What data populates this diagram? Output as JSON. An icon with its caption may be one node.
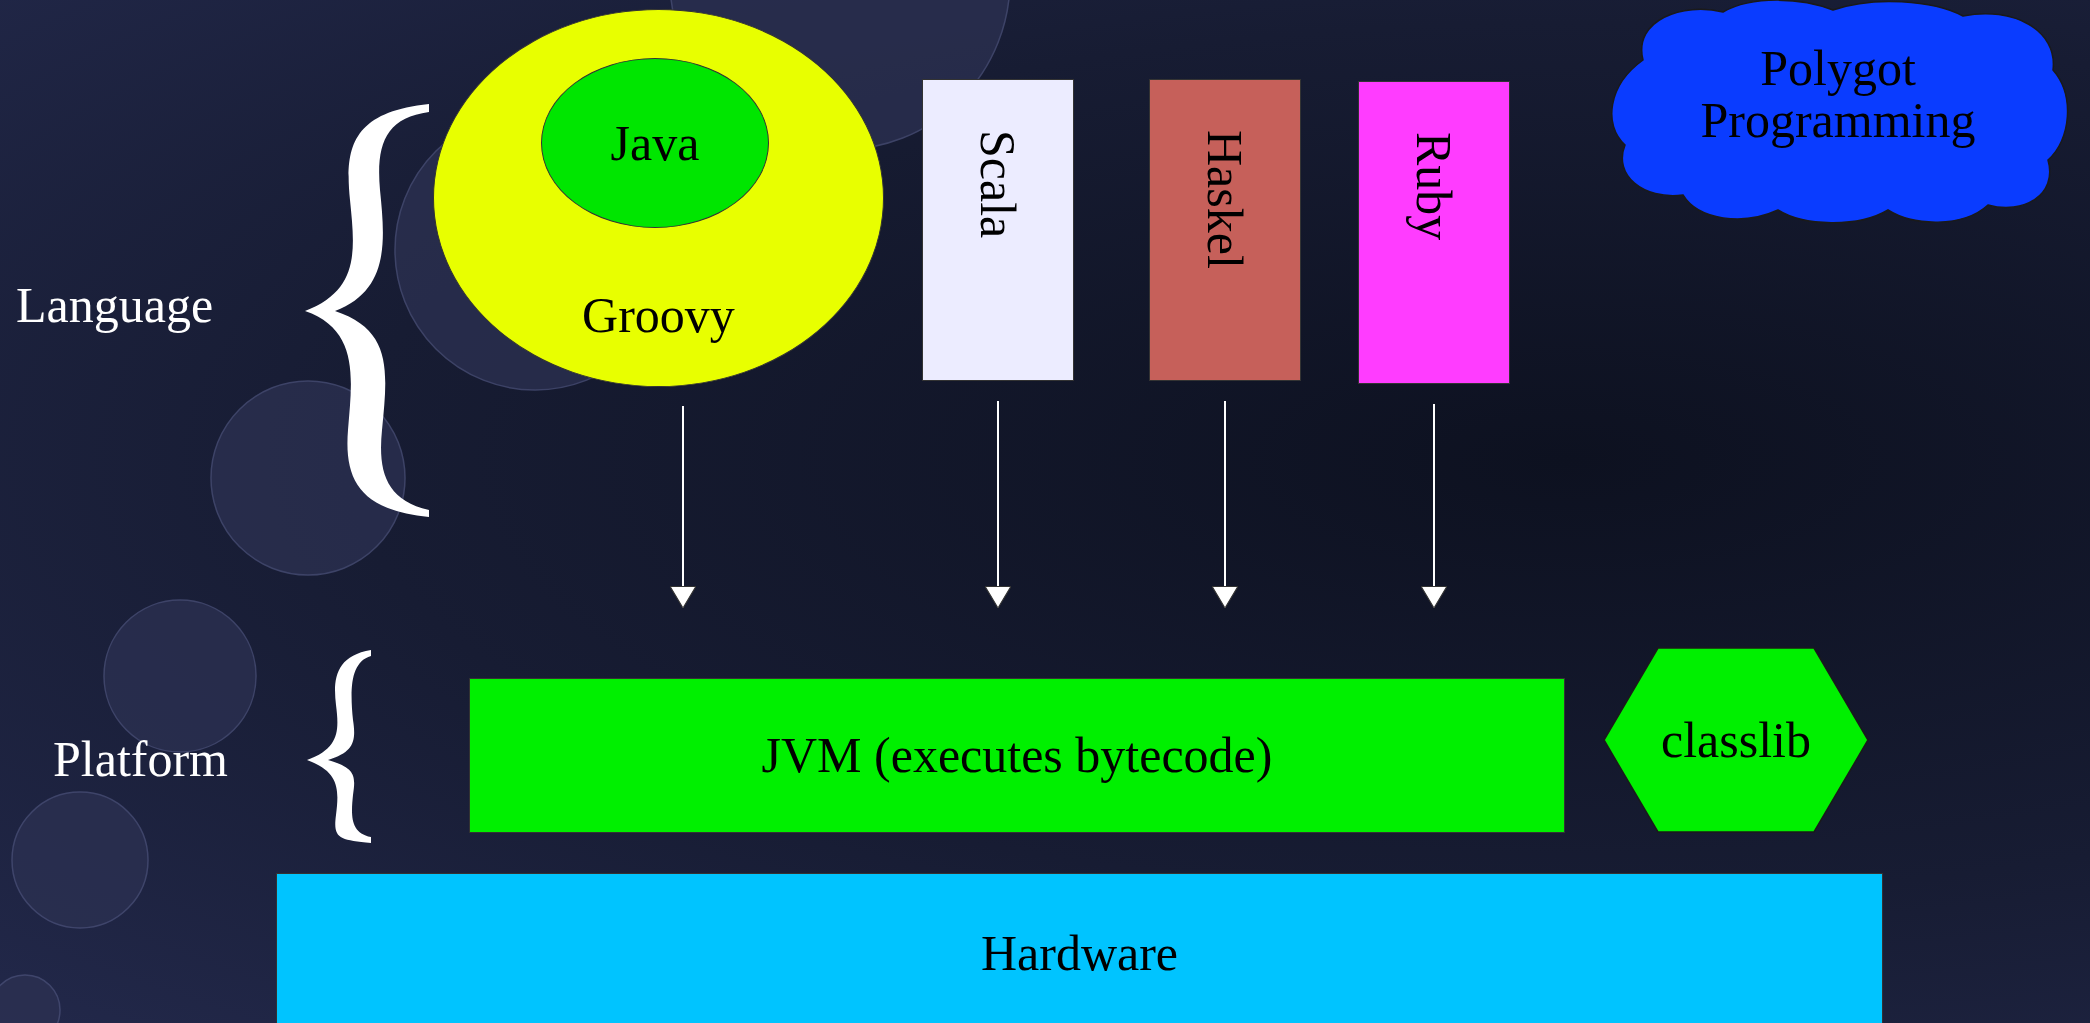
{
  "diagram": {
    "nodes": [
      {
        "text": [
          "Groovy"
        ]
      },
      {
        "text": [
          "Java"
        ],
        "in": 0
      },
      {
        "text": [
          "Scala"
        ]
      },
      {
        "text": [
          "Haskel"
        ]
      },
      {
        "text": [
          "Ruby"
        ]
      },
      {
        "text": [
          "Polygot Programming"
        ]
      },
      {
        "text": [
          "JVM (executes bytecode)"
        ]
      },
      {
        "text": [
          "classlib"
        ]
      },
      {
        "text": [
          "Hardware"
        ]
      }
    ],
    "edges": [
      {
        "from": 0,
        "to": 6,
        "arrow": "to"
      },
      {
        "from": 2,
        "to": 6,
        "arrow": "to"
      },
      {
        "from": 3,
        "to": 6,
        "arrow": "to"
      },
      {
        "from": 4,
        "to": 6,
        "arrow": "to"
      }
    ],
    "labels": [
      "Language",
      "Platform"
    ]
  }
}
